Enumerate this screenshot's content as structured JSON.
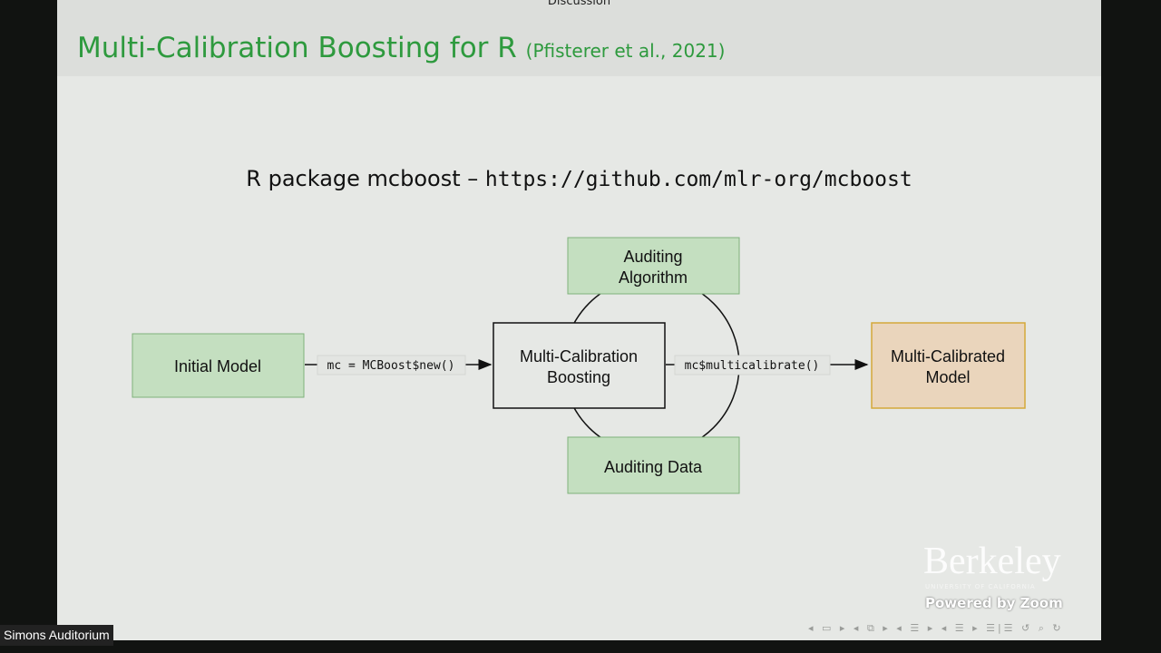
{
  "slide": {
    "section": "Discussion",
    "title": "Multi-Calibration Boosting for R",
    "citation": "(Pfisterer et al., 2021)",
    "subtitle_text": "R package mcboost –",
    "subtitle_url": "https://github.com/mlr-org/mcboost",
    "diagram": {
      "initial_model": "Initial Model",
      "boosting": [
        "Multi-Calibration",
        "Boosting"
      ],
      "auditing_algorithm": [
        "Auditing",
        "Algorithm"
      ],
      "auditing_data": "Auditing Data",
      "calibrated_model": [
        "Multi-Calibrated",
        "Model"
      ],
      "edge_new": "mc = MCBoost$new()",
      "edge_calibrate": "mc$multicalibrate()"
    },
    "colors": {
      "green_box": "#c4dfc0",
      "green_border": "#7fb27a",
      "orange_box": "#ead5bc",
      "orange_border": "#d4a83a",
      "title": "#2e9a3e"
    }
  },
  "overlay": {
    "logo": "Berkeley",
    "logo_sub": "UNIVERSITY OF CALIFORNIA",
    "powered": "Powered by Zoom",
    "room": "Simons Auditorium"
  }
}
